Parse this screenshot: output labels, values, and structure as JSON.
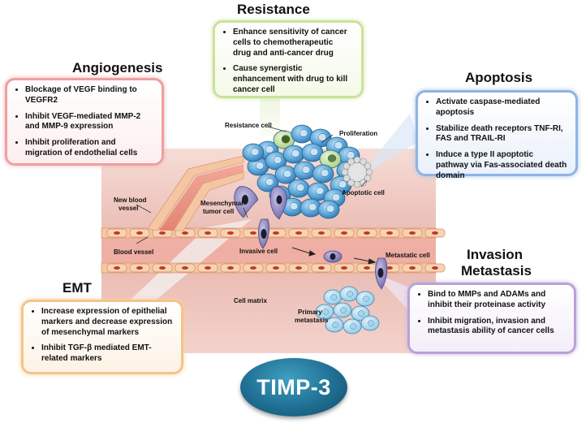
{
  "center_label": "TIMP-3",
  "sections": {
    "resistance": {
      "title": "Resistance",
      "items": [
        "Enhance sensitivity of cancer cells to chemotherapeutic drug and anti-cancer drug",
        "Cause synergistic enhancement with drug to kill cancer cell"
      ]
    },
    "angiogenesis": {
      "title": "Angiogenesis",
      "items": [
        "Blockage of VEGF binding to VEGFR2",
        "Inhibit VEGF-mediated MMP-2 and MMP-9 expression",
        "Inhibit proliferation and migration of endothelial cells"
      ]
    },
    "apoptosis": {
      "title": "Apoptosis",
      "items": [
        "Activate caspase-mediated apoptosis",
        "Stabilize death receptors TNF-RI, FAS and TRAIL-RI",
        "Induce a type II apoptotic pathway via Fas-associated death domain"
      ]
    },
    "emt": {
      "title": "EMT",
      "items": [
        "Increase expression of epithelial markers and decrease expression of mesenchymal markers",
        "Inhibit TGF-β mediated EMT-related markers"
      ]
    },
    "invasion": {
      "title_line1": "Invasion",
      "title_line2": "Metastasis",
      "items": [
        "Bind to MMPs and ADAMs and inhibit their proteinase activity",
        "Inhibit migration, invasion and metastasis ability of cancer cells"
      ]
    }
  },
  "scene_labels": {
    "resistance_cell": "Resistance cell",
    "proliferation": "Proliferation",
    "apoptotic_cell": "Apoptotic cell",
    "new_blood_vessel_1": "New blood",
    "new_blood_vessel_2": "vessel",
    "mesenchymal_1": "Mesenchymal",
    "mesenchymal_2": "tumor cell",
    "blood_vessel": "Blood vessel",
    "invasive_cell": "Invasive cell",
    "metastatic_cell": "Metastatic cell",
    "cell_matrix": "Cell matrix",
    "primary_1": "Primary",
    "primary_2": "metastasis"
  },
  "colors": {
    "tissue": "#e8b9b2",
    "vessel_wall": "#f3c9a6",
    "tumor_cell": "#5aa6d8",
    "resistant_cell": "#b8dc8c",
    "mesenchymal_cell": "#8a86bd",
    "timp_badge": "#1f6f93"
  }
}
